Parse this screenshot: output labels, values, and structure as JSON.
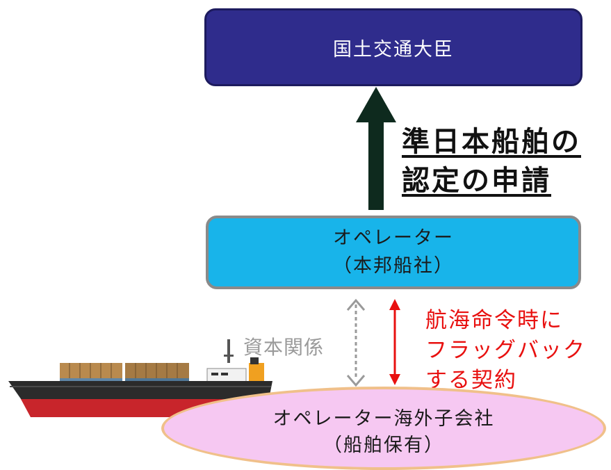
{
  "minister": {
    "label": "国土交通大臣"
  },
  "application": {
    "line1": "準日本船舶の",
    "line2": "認定の申請"
  },
  "operator": {
    "line1": "オペレーター",
    "line2": "（本邦船社）"
  },
  "capital": {
    "label": "資本関係"
  },
  "contract": {
    "line1": "航海命令時に",
    "line2": "フラッグバック",
    "line3": "する契約"
  },
  "subsidiary": {
    "line1": "オペレーター海外子会社",
    "line2": "（船舶保有）"
  },
  "colors": {
    "minister_box": "#2f2c8c",
    "operator_box": "#18b4ea",
    "subsidiary_ellipse": "#f6c8f2",
    "contract_arrow": "#e8100f",
    "capital_arrow": "#9a9a9a",
    "main_arrow": "#0e2a1e"
  },
  "icons": [
    "container-ship-icon"
  ]
}
